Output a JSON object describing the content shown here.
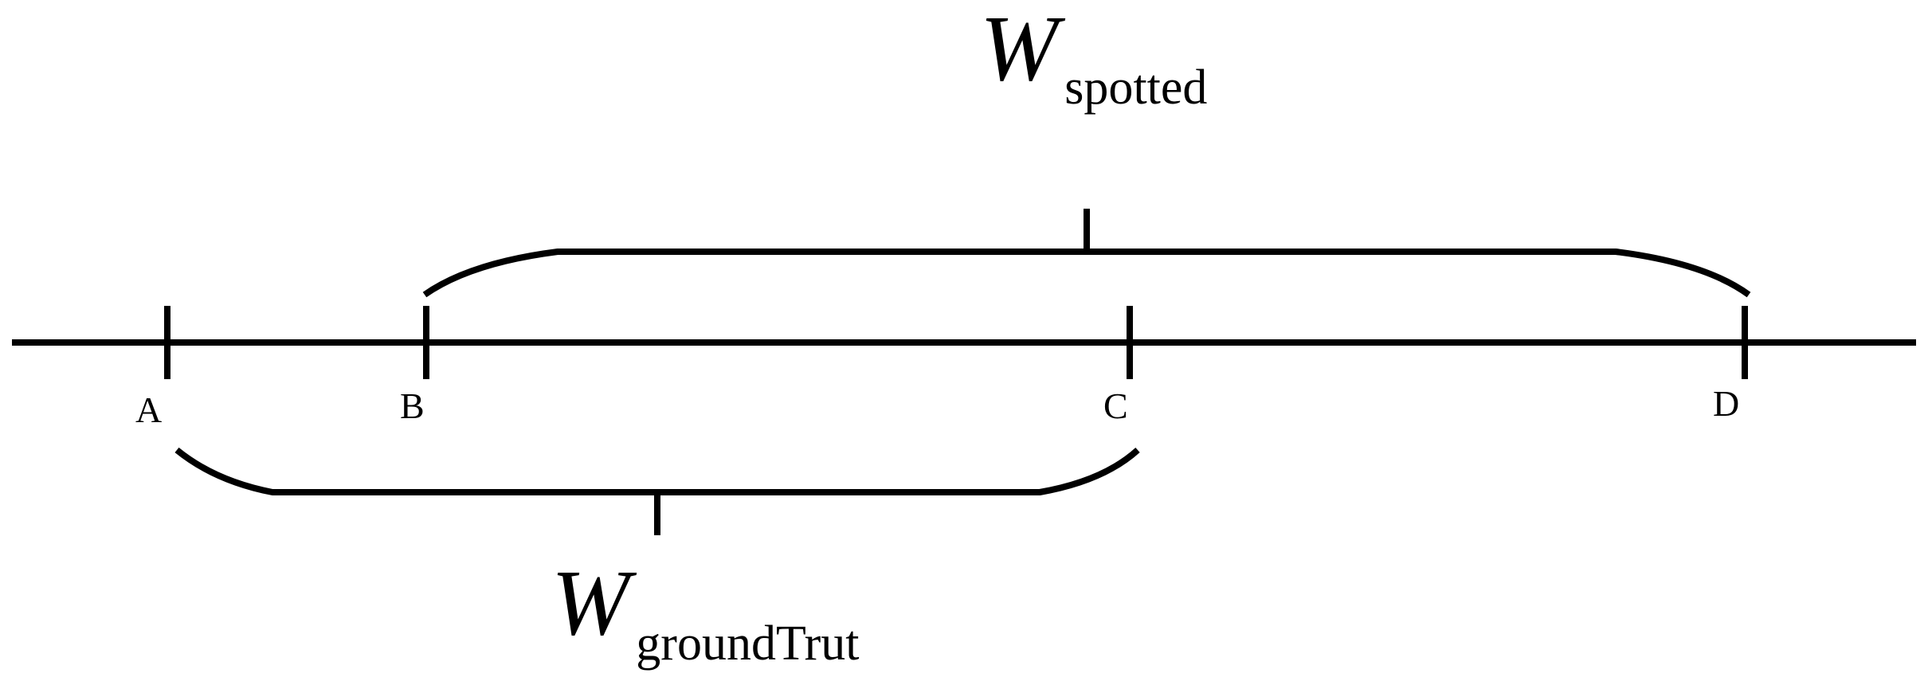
{
  "points": {
    "a": "A",
    "b": "B",
    "c": "C",
    "d": "D"
  },
  "spotted_window": {
    "symbol": "W",
    "subscript_upright": "spo",
    "subscript_italic": "tted"
  },
  "ground_truth_window": {
    "symbol": "W",
    "subscript": "groundTrut"
  }
}
